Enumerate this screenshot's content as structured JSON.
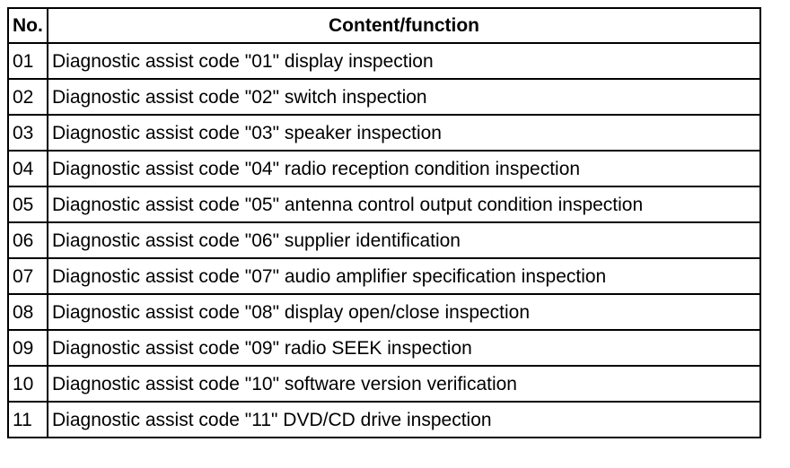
{
  "table": {
    "headers": {
      "no": "No.",
      "content": "Content/function"
    },
    "rows": [
      {
        "no": "01",
        "content": "Diagnostic assist code \"01\" display inspection"
      },
      {
        "no": "02",
        "content": "Diagnostic assist code \"02\" switch inspection"
      },
      {
        "no": "03",
        "content": "Diagnostic assist code \"03\" speaker inspection"
      },
      {
        "no": "04",
        "content": "Diagnostic assist code \"04\" radio reception condition inspection"
      },
      {
        "no": "05",
        "content": "Diagnostic assist code \"05\" antenna control output condition inspection"
      },
      {
        "no": "06",
        "content": "Diagnostic assist code \"06\" supplier identification"
      },
      {
        "no": "07",
        "content": "Diagnostic assist code \"07\" audio amplifier specification inspection"
      },
      {
        "no": "08",
        "content": "Diagnostic assist code \"08\" display open/close inspection"
      },
      {
        "no": "09",
        "content": "Diagnostic assist code \"09\" radio SEEK inspection"
      },
      {
        "no": "10",
        "content": "Diagnostic assist code \"10\" software version verification"
      },
      {
        "no": "11",
        "content": "Diagnostic assist code \"11\" DVD/CD drive inspection"
      }
    ]
  }
}
